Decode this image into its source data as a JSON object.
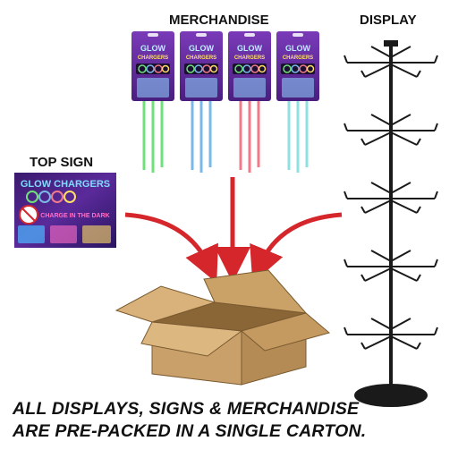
{
  "labels": {
    "merchandise": "MERCHANDISE",
    "display": "DISPLAY",
    "top_sign": "TOP SIGN"
  },
  "caption": {
    "line1": "ALL DISPLAYS, SIGNS & MERCHANDISE",
    "line2": "ARE PRE-PACKED IN A SINGLE CARTON."
  },
  "product": {
    "card_title": "GLOW CHARGERS",
    "card_line1": "GLOW",
    "card_line2": "CHARGERS",
    "sign_title": "GLOW CHARGERS",
    "sign_subtitle": "CHARGE IN THE DARK"
  },
  "colors": {
    "arrow": "#d4262b",
    "card_purple": "#6a2fa0",
    "rack": "#1a1a1a",
    "box": "#c9a06a",
    "cable_green": "#6fe07a",
    "cable_blue": "#7ab8e8",
    "cable_red": "#f07a8a",
    "cable_teal": "#8fe0e0"
  }
}
